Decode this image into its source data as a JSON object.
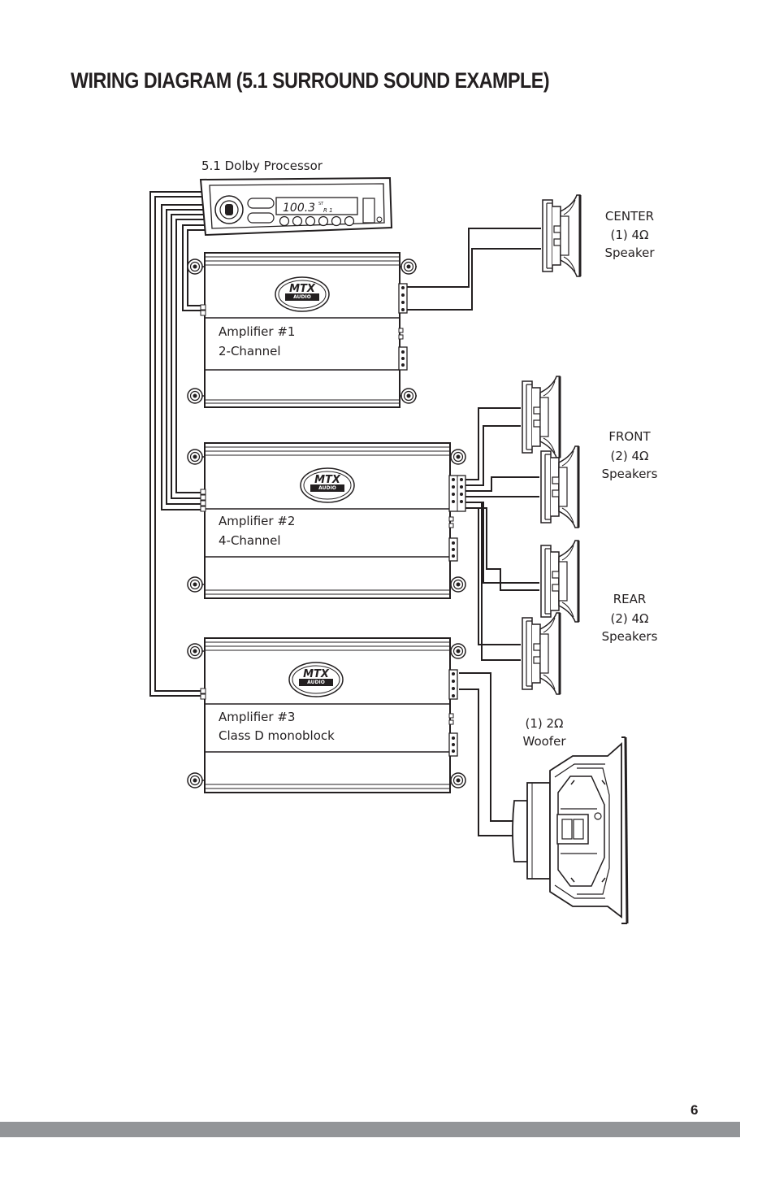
{
  "page": {
    "title": "WIRING DIAGRAM (5.1 SURROUND SOUND EXAMPLE)",
    "page_number": "6"
  },
  "processor": {
    "label": "5.1 Dolby Processor",
    "display": "100.3",
    "display_suffix": "ST",
    "display_channel": "R 1"
  },
  "amplifiers": [
    {
      "name": "Amplifier #1",
      "type": "2-Channel"
    },
    {
      "name": "Amplifier #2",
      "type": "4-Channel"
    },
    {
      "name": "Amplifier #3",
      "type": "Class D monoblock"
    }
  ],
  "amp_logo": {
    "top": "MTX",
    "bottom": "AUDIO"
  },
  "speakers": {
    "center": {
      "group": "CENTER",
      "spec": "(1) 4Ω",
      "kind": "Speaker"
    },
    "front": {
      "group": "FRONT",
      "spec": "(2) 4Ω",
      "kind": "Speakers"
    },
    "rear": {
      "group": "REAR",
      "spec": "(2) 4Ω",
      "kind": "Speakers"
    },
    "woofer": {
      "spec": "(1) 2Ω",
      "kind": "Woofer"
    }
  }
}
